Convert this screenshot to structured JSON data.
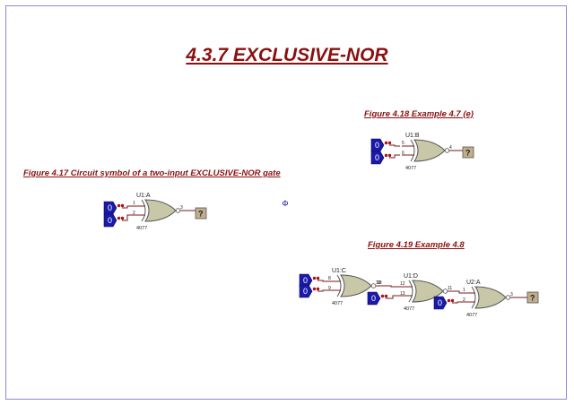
{
  "title": "4.3.7 EXCLUSIVE-NOR",
  "captions": {
    "fig17": "Figure 4.17 Circuit symbol of a two-input EXCLUSIVE-NOR gate",
    "fig18": "Figure 4.18 Example 4.7 (e)",
    "fig19": "Figure 4.19 Example 4.8"
  },
  "symbols": {
    "origin_marker": "Φ"
  },
  "colors": {
    "caption": "#8b1010",
    "logic_state": "#1a1aa8",
    "gate_fill": "#c8c8a8",
    "probe_fill": "#c0ae8c",
    "probe_dots": "#b01010"
  },
  "gates": [
    {
      "ref": "U1:A",
      "part": "4077",
      "pin_in1": "1",
      "pin_in2": "2",
      "pin_out": "3"
    },
    {
      "ref": "U1:B",
      "part": "4077",
      "pin_in1": "5",
      "pin_in2": "6",
      "pin_out": "4"
    },
    {
      "ref": "U1:C",
      "part": "4077",
      "pin_in1": "8",
      "pin_in2": "9",
      "pin_out": "10"
    },
    {
      "ref": "U1:D",
      "part": "4077",
      "pin_in1": "12",
      "pin_in2": "13",
      "pin_out": "11"
    },
    {
      "ref": "U2:A",
      "part": "4077",
      "pin_in1": "1",
      "pin_in2": "2",
      "pin_out": "3"
    }
  ],
  "logic_states": [
    "0",
    "0",
    "0",
    "0",
    "0",
    "0",
    "0",
    "0"
  ],
  "probes": [
    "?",
    "?",
    "?"
  ]
}
